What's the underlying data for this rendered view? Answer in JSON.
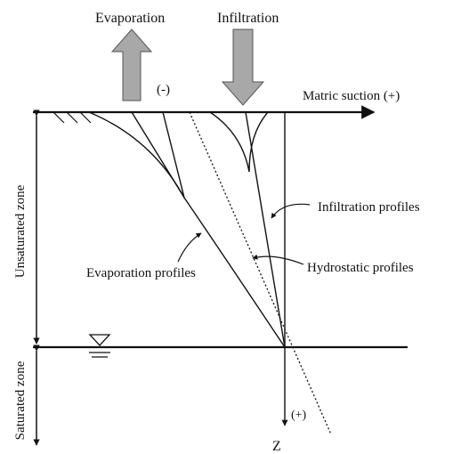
{
  "labels": {
    "evaporation": "Evaporation",
    "infiltration": "Infiltration",
    "negative_sign": "(-)",
    "matric_suction": "Matric suction (+)",
    "infiltration_profiles": "Infiltration profiles",
    "hydrostatic_profiles": "Hydrostatic profiles",
    "evaporation_profiles": "Evaporation profiles",
    "unsaturated_zone": "Unsaturated zone",
    "saturated_zone": "Saturated zone",
    "positive_sign": "(+)",
    "z_axis": "Z"
  },
  "colors": {
    "line": "#111111",
    "arrow_fill": "#a8a8a8",
    "arrow_stroke": "#555555"
  }
}
